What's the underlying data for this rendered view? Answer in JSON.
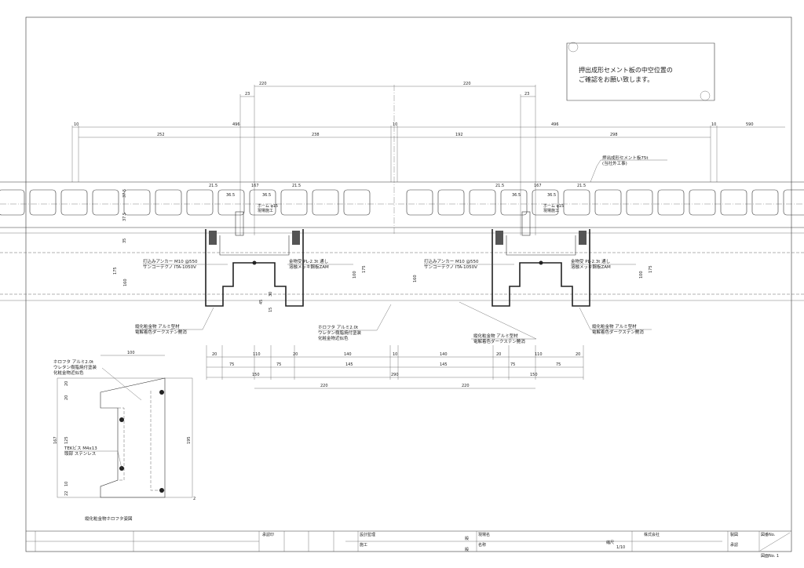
{
  "note": {
    "line1": "押出成形セメント板の中空位置の",
    "line2": "ご確認をお願い致します。"
  },
  "top_dims": {
    "a220_1": "220",
    "a220_2": "220",
    "a23_1": "23",
    "a23_2": "23",
    "r1": [
      "10",
      "496",
      "10",
      "496",
      "10",
      "590"
    ],
    "r2": [
      "252",
      "238",
      "192",
      "298"
    ]
  },
  "panel_label": {
    "line1": "押出成形セメント板75t",
    "line2": "(当社外工事)"
  },
  "panel_dims": {
    "a": "21.5",
    "b": "167",
    "c": "21.5",
    "d": "36.5",
    "e": "36.5",
    "v1": "37.5",
    "v2": "37.5",
    "v3": "35"
  },
  "hole_label": {
    "line1": "ホーム φ15",
    "line2": "現場施工"
  },
  "anchor_label": {
    "line1": "打込みアンカー M10 @550",
    "line2": "サンコーテクノ ITA-1050V"
  },
  "bracket_label": {
    "line1": "金物受 PL-2.3t 通し",
    "line2": "溶融メッキ鋼板ZAM"
  },
  "mullion_label": {
    "line1": "縦化粧金物 アルミ型材",
    "line2": "電解着色ダークステン艶消"
  },
  "cover_label": {
    "line1": "ホロフタ アルミ2.0t",
    "line2": "ウレタン樹脂焼付塗装",
    "line3": "化粧金物近似色"
  },
  "vert_dims": {
    "a": "175",
    "b": "160",
    "c": "100",
    "d": "175",
    "e": "45",
    "f": "30",
    "g": "15"
  },
  "bottom_dims": {
    "r1": [
      "20",
      "110",
      "20",
      "140",
      "10",
      "140",
      "20",
      "110",
      "20"
    ],
    "r2": [
      "75",
      "75",
      "145",
      "145",
      "75",
      "75"
    ],
    "r3": [
      "150",
      "290",
      "150"
    ],
    "r4": [
      "220",
      "220"
    ]
  },
  "detail": {
    "width": "100",
    "screw_label": {
      "line1": "TEKビス M4x13",
      "line2": "頭部 ステンレス"
    },
    "dims": [
      "20",
      "20",
      "125",
      "10",
      "22",
      "167",
      "195",
      "2"
    ],
    "title": "縦化粧金物ホロフタ姿図"
  },
  "title_block": {
    "approval": "承認印",
    "design": "設計監理",
    "sama1": "殿",
    "construction": "施工",
    "sama2": "殿",
    "site": "現場名",
    "name": "名称",
    "scale_label": "縮尺",
    "scale": "1/10",
    "company": "株式会社",
    "drawn": "製図",
    "checked": "承認",
    "drawing_no_label": "図番No.",
    "drawing_no": "図面No. 1"
  }
}
